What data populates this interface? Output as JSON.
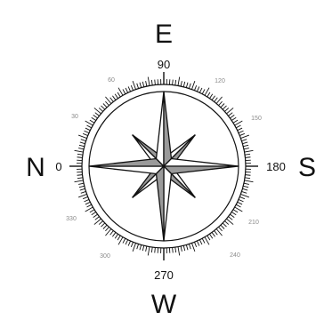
{
  "compass": {
    "cardinals": [
      {
        "text": "E",
        "deg": 90
      },
      {
        "text": "S",
        "deg": 180
      },
      {
        "text": "W",
        "deg": 270
      },
      {
        "text": "N",
        "deg": 0
      }
    ],
    "major_degrees": [
      {
        "text": "90",
        "deg": 90
      },
      {
        "text": "180",
        "deg": 180
      },
      {
        "text": "270",
        "deg": 270
      },
      {
        "text": "0",
        "deg": 0
      }
    ],
    "minor_degrees": [
      {
        "text": "120",
        "deg": 120
      },
      {
        "text": "150",
        "deg": 150
      },
      {
        "text": "210",
        "deg": 210
      },
      {
        "text": "240",
        "deg": 240
      },
      {
        "text": "300",
        "deg": 300
      },
      {
        "text": "330",
        "deg": 330
      },
      {
        "text": "30",
        "deg": 30
      },
      {
        "text": "60",
        "deg": 60
      }
    ],
    "tick_step_degrees": 2,
    "colors": {
      "ink": "#111111",
      "rose_fill": "#9a9a9a",
      "minor_label": "#8a8a8a"
    }
  }
}
